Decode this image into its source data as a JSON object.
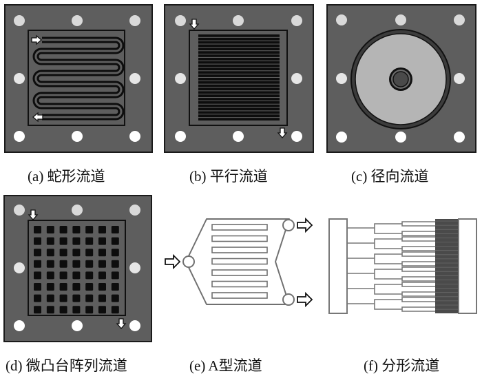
{
  "figure": {
    "panels": [
      {
        "id": "a",
        "caption": "(a) 蛇形流道",
        "type": "serpentine-flow-field"
      },
      {
        "id": "b",
        "caption": "(b) 平行流道",
        "type": "parallel-flow-field"
      },
      {
        "id": "c",
        "caption": "(c) 径向流道",
        "type": "radial-flow-field"
      },
      {
        "id": "d",
        "caption": "(d) 微凸台阵列流道",
        "type": "micro-boss-array-flow-field"
      },
      {
        "id": "e",
        "caption": "(e) A型流道",
        "type": "a-type-flow-field"
      },
      {
        "id": "f",
        "caption": "(f) 分形流道",
        "type": "fractal-flow-field"
      }
    ],
    "colors": {
      "plate": "#5e5e5e",
      "plate_border": "#1a1a1a",
      "hole_light": "#e6e6e6",
      "hole_bottom": "#ffffff",
      "channel": "#0d0d0d",
      "radial_disc": "#b5b5b5",
      "line_art": "#707070",
      "fractal_dense": "#4a4a4a"
    },
    "counts": {
      "serpentine_passes": 8,
      "parallel_channels": 26,
      "boss_rows": 8,
      "boss_cols": 7,
      "a_type_bars": 7
    }
  }
}
